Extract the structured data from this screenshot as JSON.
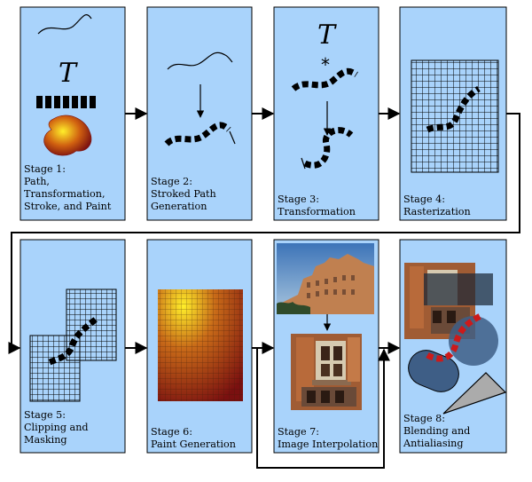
{
  "title": "",
  "colors": {
    "panel_fill": "#a9d3fb",
    "panel_border": "#000000",
    "connector": "#000000",
    "grid_line": "#000000",
    "paint_gradient_center": "#ffef2a",
    "paint_gradient_edge": "#7a1010"
  },
  "glyph": "T",
  "stages": [
    {
      "id": "1",
      "label": "Stage 1:\nPath,\nTransformation,\nStroke, and Paint"
    },
    {
      "id": "2",
      "label": "Stage 2:\nStroked Path\nGeneration"
    },
    {
      "id": "3",
      "label": "Stage 3:\nTransformation"
    },
    {
      "id": "4",
      "label": "Stage 4:\nRasterization"
    },
    {
      "id": "5",
      "label": "Stage 5:\nClipping and\nMasking"
    },
    {
      "id": "6",
      "label": "Stage 6:\nPaint Generation"
    },
    {
      "id": "7",
      "label": "Stage 7:\nImage Interpolation"
    },
    {
      "id": "8",
      "label": "Stage 8:\nBlending and\nAntialiasing"
    }
  ]
}
